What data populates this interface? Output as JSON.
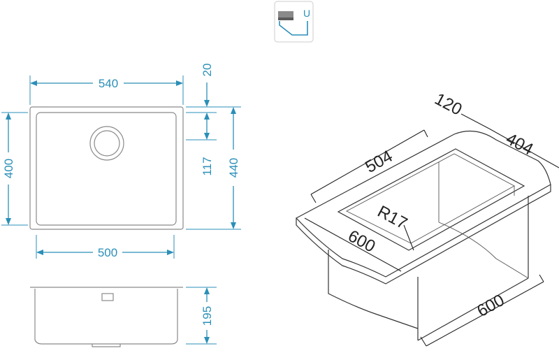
{
  "mount_badge": {
    "label": "U",
    "icon": "undermount-icon"
  },
  "top_view": {
    "width_outer": "540",
    "width_inner": "500",
    "height_inner": "400",
    "height_outer": "440",
    "rim_offset": "20",
    "drain_offset": "117"
  },
  "side_view": {
    "depth": "195"
  },
  "iso_view": {
    "bowl_length": "504",
    "cabinet_offset": "120",
    "bowl_width": "404",
    "corner_radius": "R17",
    "front_width": "600",
    "cabinet_width": "600"
  },
  "colors": {
    "dimension": "#2b8fb8",
    "outline": "#8a8a8a",
    "iso": "#333333"
  }
}
